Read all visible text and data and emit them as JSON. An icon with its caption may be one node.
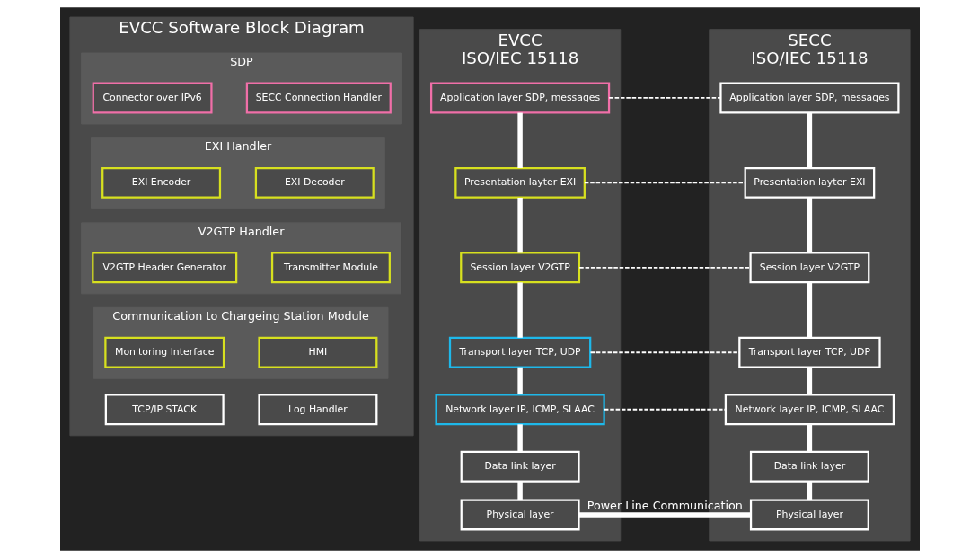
{
  "diagram": {
    "nodes": [
      {
        "text": [
          "EVCC Software Block Diagram"
        ]
      },
      {
        "text": [
          "SDP"
        ],
        "in": 0
      },
      {
        "text": [
          "Connector over IPv6"
        ],
        "in": 1
      },
      {
        "text": [
          "SECC Connection Handler"
        ],
        "in": 1
      },
      {
        "text": [
          "EXI Handler"
        ],
        "in": 0
      },
      {
        "text": [
          "EXI Encoder"
        ],
        "in": 4
      },
      {
        "text": [
          "EXI Decoder"
        ],
        "in": 4
      },
      {
        "text": [
          "V2GTP Handler"
        ],
        "in": 0
      },
      {
        "text": [
          "V2GTP Header Generator"
        ],
        "in": 7
      },
      {
        "text": [
          "Transmitter Module"
        ],
        "in": 7
      },
      {
        "text": [
          "Communication to Chargeing Station Module"
        ],
        "in": 0
      },
      {
        "text": [
          "Monitoring Interface"
        ],
        "in": 10
      },
      {
        "text": [
          "HMI"
        ],
        "in": 10
      },
      {
        "text": [
          "TCP/IP STACK"
        ],
        "in": 0
      },
      {
        "text": [
          "Log Handler"
        ],
        "in": 0
      },
      {
        "text": [
          "EVCC",
          "ISO/IEC 15118"
        ]
      },
      {
        "text": [
          "Application layer SDP, messages"
        ],
        "in": 15
      },
      {
        "text": [
          "Presentation layter EXI"
        ],
        "in": 15
      },
      {
        "text": [
          "Session layer V2GTP"
        ],
        "in": 15
      },
      {
        "text": [
          "Transport layer TCP, UDP"
        ],
        "in": 15
      },
      {
        "text": [
          "Network layer IP, ICMP, SLAAC"
        ],
        "in": 15
      },
      {
        "text": [
          "Data link layer"
        ],
        "in": 15
      },
      {
        "text": [
          "Physical layer"
        ],
        "in": 15
      },
      {
        "text": [
          "SECC",
          "ISO/IEC 15118"
        ]
      },
      {
        "text": [
          "Application layer SDP, messages"
        ],
        "in": 23
      },
      {
        "text": [
          "Presentation layter EXI"
        ],
        "in": 23
      },
      {
        "text": [
          "Session layer V2GTP"
        ],
        "in": 23
      },
      {
        "text": [
          "Transport layer TCP, UDP"
        ],
        "in": 23
      },
      {
        "text": [
          "Network layer IP, ICMP, SLAAC"
        ],
        "in": 23
      },
      {
        "text": [
          "Data link layer"
        ],
        "in": 23
      },
      {
        "text": [
          "Physical layer"
        ],
        "in": 23
      }
    ],
    "edges": [
      {
        "from": 16,
        "to": 17,
        "arrow": "none"
      },
      {
        "from": 17,
        "to": 18,
        "arrow": "none"
      },
      {
        "from": 18,
        "to": 19,
        "arrow": "none"
      },
      {
        "from": 19,
        "to": 20,
        "arrow": "none"
      },
      {
        "from": 20,
        "to": 21,
        "arrow": "none"
      },
      {
        "from": 21,
        "to": 22,
        "arrow": "none"
      },
      {
        "from": 24,
        "to": 25,
        "arrow": "none"
      },
      {
        "from": 25,
        "to": 26,
        "arrow": "none"
      },
      {
        "from": 26,
        "to": 27,
        "arrow": "none"
      },
      {
        "from": 27,
        "to": 28,
        "arrow": "none"
      },
      {
        "from": 28,
        "to": 29,
        "arrow": "none"
      },
      {
        "from": 29,
        "to": 30,
        "arrow": "none"
      },
      {
        "from": 16,
        "to": 24,
        "arrow": "none",
        "style": "dashed"
      },
      {
        "from": 17,
        "to": 25,
        "arrow": "none",
        "style": "dashed"
      },
      {
        "from": 18,
        "to": 26,
        "arrow": "none",
        "style": "dashed"
      },
      {
        "from": 19,
        "to": 27,
        "arrow": "none",
        "style": "dashed"
      },
      {
        "from": 20,
        "to": 28,
        "arrow": "none",
        "style": "dashed"
      },
      {
        "from": 22,
        "to": 30,
        "arrow": "none",
        "label": "Power Line Communication"
      }
    ]
  }
}
